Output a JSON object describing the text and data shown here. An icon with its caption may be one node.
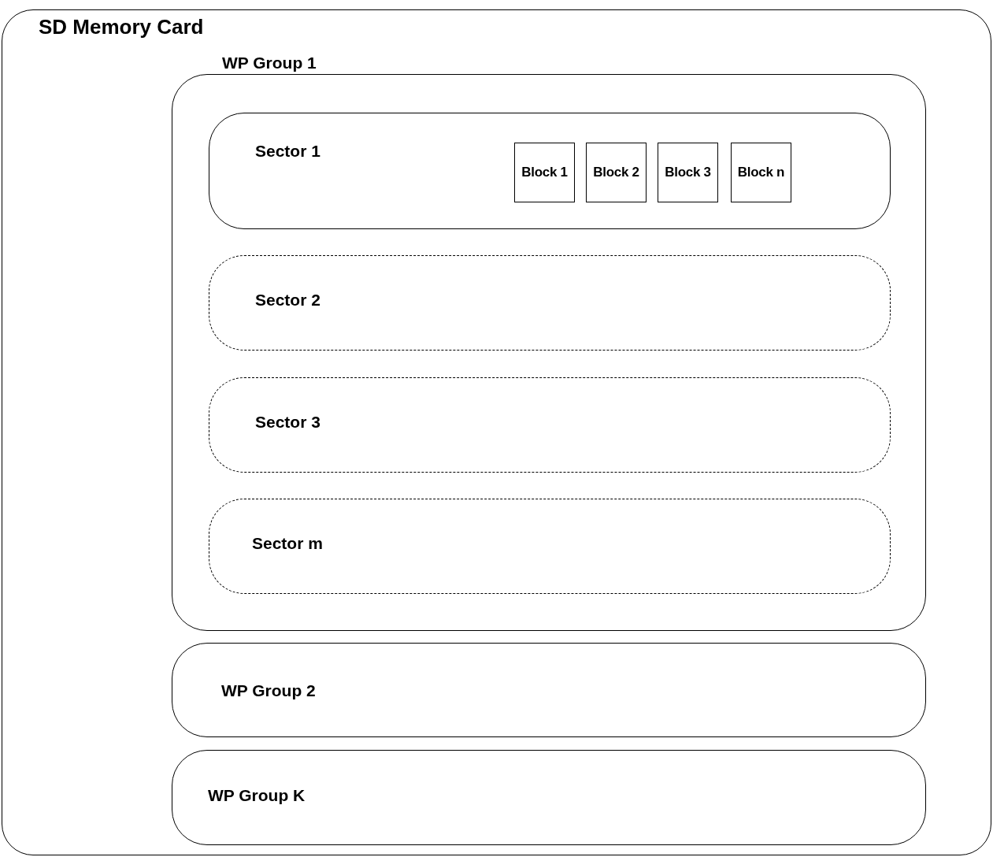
{
  "diagram": {
    "nodes": [
      {
        "text": [
          "SD Memory Card"
        ]
      },
      {
        "text": [
          "WP Group 1"
        ],
        "in": 0
      },
      {
        "text": [
          "Sector 1"
        ],
        "in": 1
      },
      {
        "text": [
          "Block 1"
        ],
        "in": 2
      },
      {
        "text": [
          "Block 2"
        ],
        "in": 2
      },
      {
        "text": [
          "Block 3"
        ],
        "in": 2
      },
      {
        "text": [
          "Block n"
        ],
        "in": 2
      },
      {
        "text": [
          "Sector 2"
        ],
        "in": 1
      },
      {
        "text": [
          "Sector 3"
        ],
        "in": 1
      },
      {
        "text": [
          "Sector m"
        ],
        "in": 1
      },
      {
        "text": [
          "WP Group 2"
        ],
        "in": 0
      },
      {
        "text": [
          "WP Group K"
        ],
        "in": 0
      }
    ]
  }
}
